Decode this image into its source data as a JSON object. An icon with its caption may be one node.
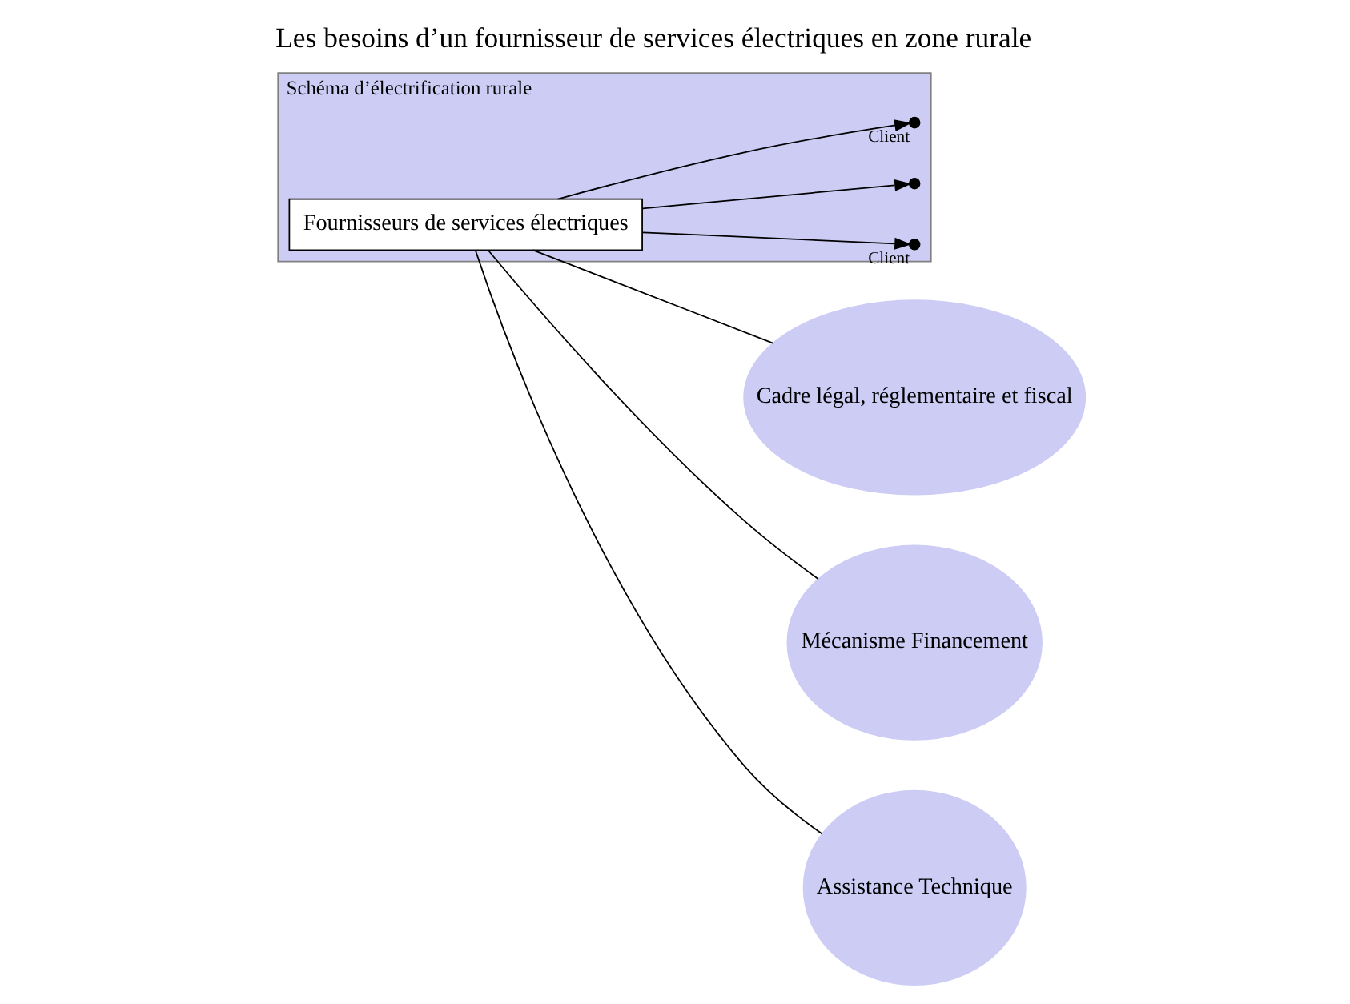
{
  "diagram": {
    "title": "Les besoins d’un fournisseur de services électriques en zone rurale",
    "nodes": [
      {
        "text": [
          "Schéma d’électrification rurale"
        ]
      },
      {
        "text": [
          "Fournisseurs de services électriques"
        ],
        "in": 0
      },
      {
        "text": [],
        "shape": "circle",
        "beside": [
          "Client"
        ],
        "in": 0
      },
      {
        "text": [],
        "shape": "circle",
        "in": 0
      },
      {
        "text": [],
        "shape": "circle",
        "beside": [
          "Client"
        ],
        "in": 0
      },
      {
        "text": [
          "Cadre légal, réglementaire et fiscal"
        ]
      },
      {
        "text": [
          "Mécanisme Financement"
        ]
      },
      {
        "text": [
          "Assistance Technique"
        ]
      }
    ],
    "edges": [
      {
        "from": 1,
        "to": 2,
        "arrow": "to"
      },
      {
        "from": 1,
        "to": 3,
        "arrow": "to"
      },
      {
        "from": 1,
        "to": 4,
        "arrow": "to"
      },
      {
        "from": 1,
        "to": 5,
        "arrow": "none"
      },
      {
        "from": 1,
        "to": 6,
        "arrow": "none"
      },
      {
        "from": 1,
        "to": 7,
        "arrow": "none"
      }
    ]
  }
}
